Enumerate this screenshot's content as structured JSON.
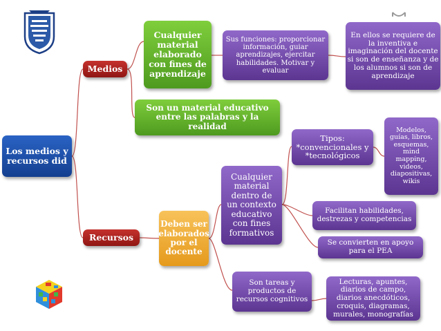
{
  "nodes": {
    "root": "Los medios y\nrecursos did",
    "medios": "Medios",
    "recursos": "Recursos",
    "medios_def": "Cualquier\nmaterial\nelaborado\ncon fines de\naprendizaje",
    "medios_func": "Sus funciones: proporcionar\ninformación, guiar\naprendizajes, ejercitar\nhabilidades. Motivar y\nevaluar",
    "medios_inventiva": "En ellos se requiere de\nla inventiva e\nimaginación del docente\nsi son de enseñanza y de\nlos alumnos si son de\naprendizaje",
    "medios_material": "Son un material educativo\nentre las palabras y la\nrealidad",
    "recursos_docente": "Deben ser\nelaborados\npor el\ndocente",
    "recursos_contexto": "Cualquier\nmaterial\ndentro de\nun contexto\neducativo\ncon fines\nformativos",
    "tipos": "Tipos:\n*convencionales y\n*tecnológicos",
    "tipos_ejemplos": "Modelos,\nguías, libros,\nesquemas,\nmind\nmapping,\nvideos,\ndiapositivas,\nwikis",
    "facilitan": "Facilitan habilidades,\ndestrezas y competencias",
    "apoyo": "Se convierten en apoyo\npara el PEA",
    "tareas": "Son tareas y\nproductos de\nrecursos cognitivos",
    "lecturas": "Lecturas, apuntes,\ndiarios de campo,\ndiarios anecdóticos,\ncroquis, diagramas,\nmurales, monografías"
  },
  "logos": [
    "crest-logo",
    "puzzle-cube-logo"
  ],
  "colors": {
    "root": "#1f56b0",
    "level1": "#b8231f",
    "green": "#6abf2f",
    "orange": "#f3b03f",
    "purple": "#7a52b3",
    "connector": "#c0504d"
  }
}
